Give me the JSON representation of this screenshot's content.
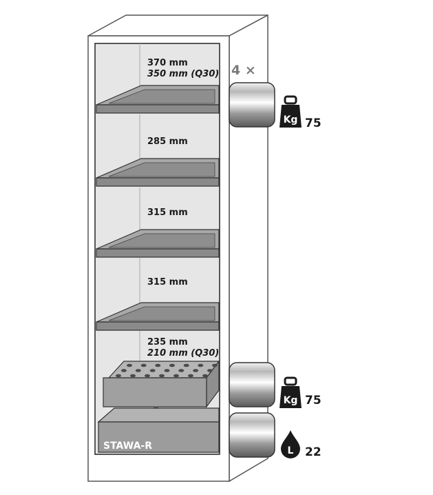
{
  "compartments": [
    {
      "height_label": "370 mm",
      "alt_label": "350 mm (Q30)"
    },
    {
      "height_label": "285 mm"
    },
    {
      "height_label": "315 mm"
    },
    {
      "height_label": "315 mm"
    },
    {
      "height_label": "235 mm",
      "alt_label": "210 mm (Q30)"
    }
  ],
  "shelf_quantity_label": "4 ×",
  "shelf_load": {
    "icon": "kg-weight-icon",
    "icon_text": "Kg",
    "value": "75"
  },
  "perforated_insert_load": {
    "icon": "kg-weight-icon",
    "icon_text": "Kg",
    "value": "75"
  },
  "sump_volume": {
    "icon": "liter-drop-icon",
    "icon_text": "L",
    "value": "22"
  },
  "sump_name": "STAWA-R",
  "colors": {
    "cabinet_outline": "#555555",
    "interior": "#e6e6e6",
    "shelf": "#9a9a9a",
    "icon_dark": "#1a1a1a"
  }
}
